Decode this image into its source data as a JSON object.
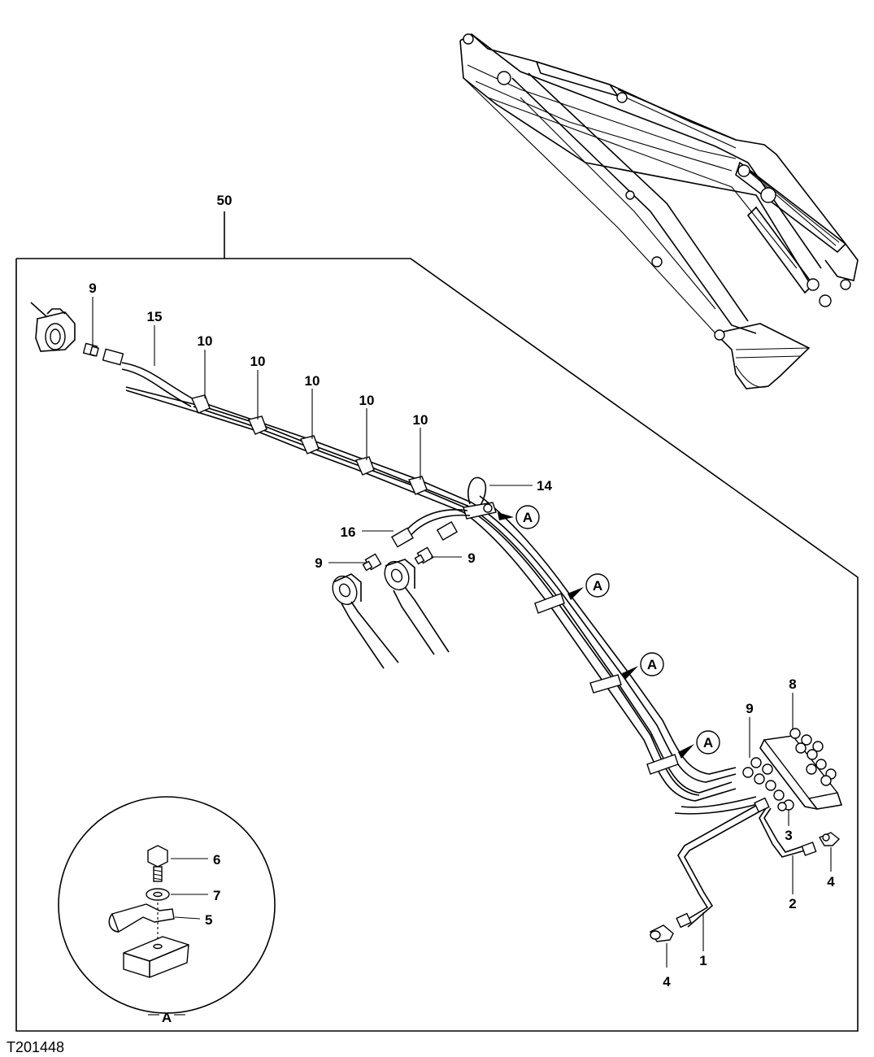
{
  "figure_id": "T201448",
  "assembly_number": "50",
  "detail_letter": "A",
  "callouts": {
    "c9_topleft": "9",
    "c15": "15",
    "c10_a": "10",
    "c10_b": "10",
    "c10_c": "10",
    "c10_d": "10",
    "c10_e": "10",
    "c14": "14",
    "c16": "16",
    "c9_mid_left": "9",
    "c9_mid_right": "9",
    "c9_valve": "9",
    "c8": "8",
    "c3": "3",
    "c2": "2",
    "c4_right": "4",
    "c1": "1",
    "c4_bottom": "4",
    "c6": "6",
    "c7": "7",
    "c5": "5"
  },
  "detail_refs": [
    "A",
    "A",
    "A",
    "A"
  ]
}
